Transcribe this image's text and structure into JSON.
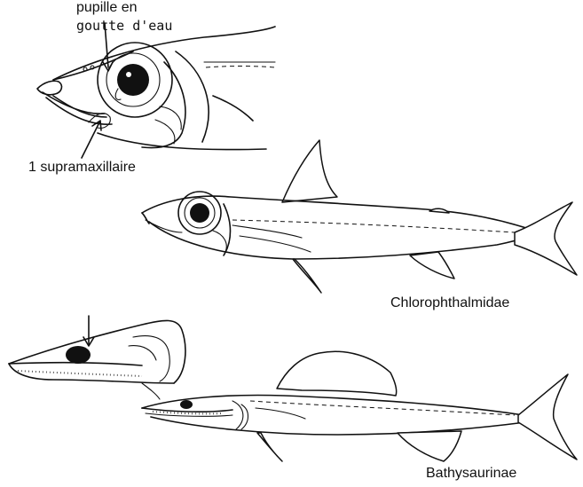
{
  "labels": {
    "pupil_line1": "pupille en",
    "pupil_line2": "goutte d'eau",
    "supramaxillary": "1 supramaxillaire",
    "family1": "Chlorophthalmidae",
    "family2": "Bathysaurinae"
  },
  "colors": {
    "ink": "#111111",
    "background": "#ffffff"
  }
}
